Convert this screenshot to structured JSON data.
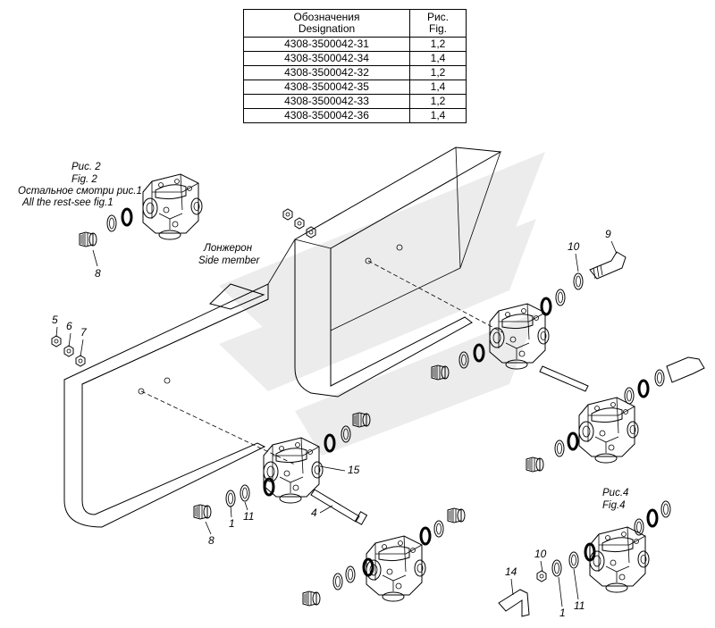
{
  "table": {
    "header": {
      "designation_ru": "Обозначения",
      "designation_en": "Designation",
      "fig_ru": "Рис.",
      "fig_en": "Fig."
    },
    "rows": [
      {
        "designation": "4308-3500042-31",
        "fig": "1,2"
      },
      {
        "designation": "4308-3500042-34",
        "fig": "1,4"
      },
      {
        "designation": "4308-3500042-32",
        "fig": "1,2"
      },
      {
        "designation": "4308-3500042-35",
        "fig": "1,4"
      },
      {
        "designation": "4308-3500042-33",
        "fig": "1,2"
      },
      {
        "designation": "4308-3500042-36",
        "fig": "1,4"
      }
    ]
  },
  "captions": {
    "fig2_ru": "Рис. 2",
    "fig2_en": "Fig. 2",
    "rest_ru": "Остальное смотри рис.1",
    "rest_en": "All the rest-see fig.1",
    "member_ru": "Лонжерон",
    "member_en": "Side member",
    "fig4_ru": "Рис.4",
    "fig4_en": "Fig.4"
  },
  "callouts": {
    "c1": "1",
    "c1b": "1",
    "c4": "4",
    "c5": "5",
    "c6": "6",
    "c7": "7",
    "c8a": "8",
    "c8b": "8",
    "c9": "9",
    "c10a": "10",
    "c10b": "10",
    "c11a": "11",
    "c11b": "11",
    "c14": "14",
    "c15": "15"
  },
  "colors": {
    "line": "#000000",
    "watermark": "#ececec"
  }
}
